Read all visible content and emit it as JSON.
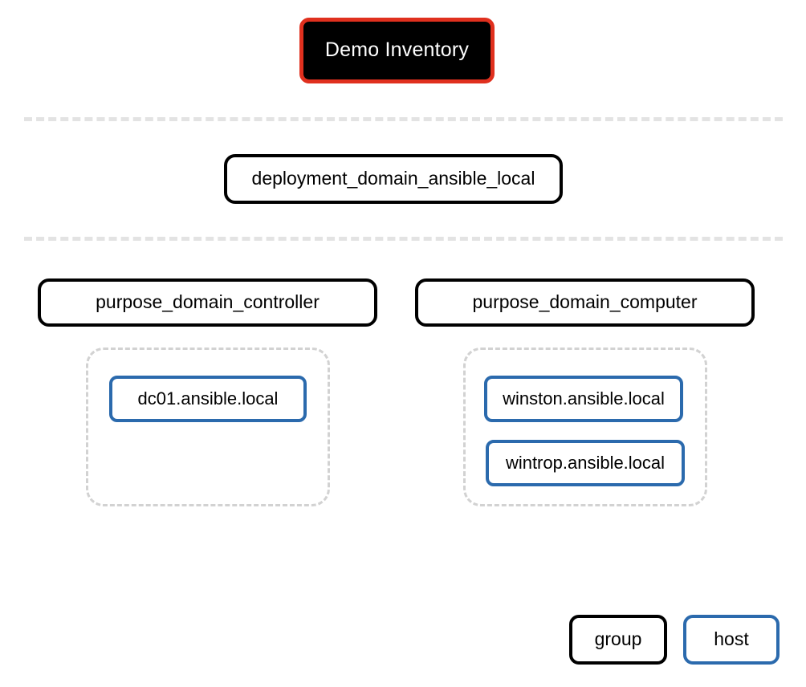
{
  "diagram": {
    "type": "hierarchy-tree",
    "title_node": {
      "label": "Demo Inventory",
      "kind": "inventory-root",
      "border_color": "#E0301E",
      "fill_color": "#000000",
      "text_color": "#FFFFFF"
    },
    "tiers": [
      {
        "name": "deployment-tier",
        "nodes": [
          {
            "label": "deployment_domain_ansible_local",
            "kind": "group"
          }
        ]
      },
      {
        "name": "purpose-tier",
        "nodes": [
          {
            "label": "purpose_domain_controller",
            "kind": "group"
          },
          {
            "label": "purpose_domain_computer",
            "kind": "group"
          }
        ]
      }
    ],
    "host_containers": [
      {
        "parent": "purpose_domain_controller",
        "hosts": [
          {
            "label": "dc01.ansible.local",
            "kind": "host"
          }
        ]
      },
      {
        "parent": "purpose_domain_computer",
        "hosts": [
          {
            "label": "winston.ansible.local",
            "kind": "host"
          },
          {
            "label": "wintrop.ansible.local",
            "kind": "host"
          }
        ]
      }
    ],
    "separators": [
      {
        "name": "separator-above-deployment-tier"
      },
      {
        "name": "separator-above-purpose-tier"
      }
    ],
    "legend": {
      "items": [
        {
          "label": "group",
          "kind": "group",
          "border_color": "#000000"
        },
        {
          "label": "host",
          "kind": "host",
          "border_color": "#2B6AAD"
        }
      ]
    },
    "colors": {
      "root_border": "#E0301E",
      "root_fill": "#000000",
      "group_border": "#000000",
      "host_border": "#2B6AAD",
      "separator": "#E3E3E3",
      "container_border": "#D2D2D2",
      "background": "#FFFFFF"
    }
  }
}
